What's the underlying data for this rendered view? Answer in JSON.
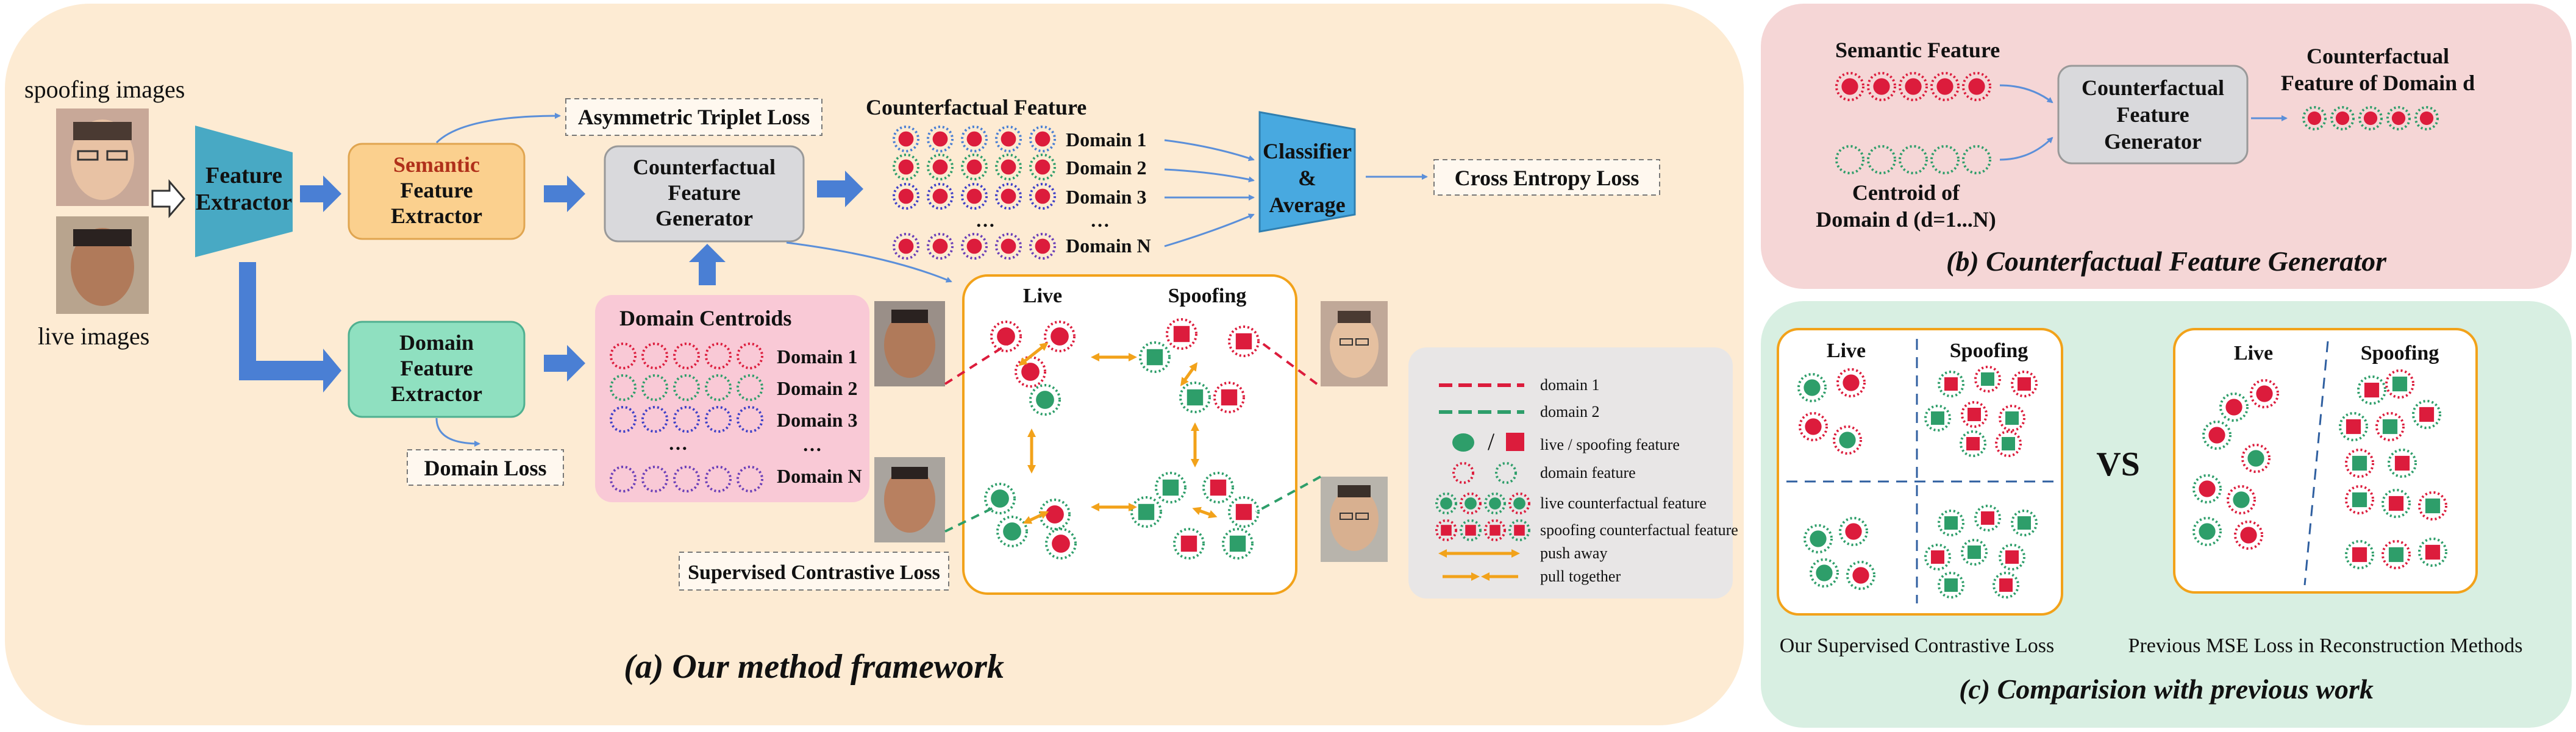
{
  "panel_a": {
    "caption": "(a) Our method framework",
    "spoofing_images_label": "spoofing images",
    "live_images_label": "live images",
    "feature_extractor": [
      "Feature",
      "Extractor"
    ],
    "semantic_extractor": [
      "Semantic",
      "Feature",
      "Extractor"
    ],
    "domain_extractor": [
      "Domain",
      "Feature",
      "Extractor"
    ],
    "cf_generator": [
      "Counterfactual",
      "Feature",
      "Generator"
    ],
    "classifier": [
      "Classifier",
      "&",
      "Average"
    ],
    "asym_loss": "Asymmetric Triplet Loss",
    "ce_loss": "Cross Entropy Loss",
    "domain_loss": "Domain Loss",
    "sup_con_loss": "Supervised Contrastive Loss",
    "cf_feature_title": "Counterfactual Feature",
    "domain_centroids_title": "Domain Centroids",
    "cf_domains": [
      "Domain 1",
      "Domain 2",
      "Domain 3",
      "…",
      "Domain N"
    ],
    "centroid_domains": [
      "Domain 1",
      "Domain 2",
      "Domain 3",
      "…",
      "Domain N"
    ],
    "live_label": "Live",
    "spoofing_label": "Spoofing"
  },
  "legend": {
    "domain1": "domain 1",
    "domain2": "domain 2",
    "live_spoof": "live / spoofing feature",
    "domain_feature": "domain feature",
    "live_cf": "live counterfactual feature",
    "spoof_cf": "spoofing counterfactual feature",
    "push": "push away",
    "pull": "pull together",
    "slash": "/"
  },
  "panel_b": {
    "caption": "(b) Counterfactual Feature Generator",
    "semantic_feature": "Semantic Feature",
    "centroid": [
      "Centroid of",
      "Domain d (d=1...N)"
    ],
    "generator": [
      "Counterfactual",
      "Feature",
      "Generator"
    ],
    "output": [
      "Counterfactual",
      "Feature of Domain d"
    ]
  },
  "panel_c": {
    "caption": "(c) Comparision with previous work",
    "live": "Live",
    "spoofing": "Spoofing",
    "vs": "VS",
    "left_caption": "Our Supervised Contrastive Loss",
    "right_caption": "Previous MSE Loss in Reconstruction Methods"
  },
  "colors": {
    "red": "#dc1c3c",
    "green": "#2e9e6a",
    "blue_arrow": "#4a7fd4",
    "orange": "#f2a21a",
    "panel_a_bg": "#fdebd3",
    "panel_b_bg": "#f5d6d6",
    "panel_c_bg": "#d8efe2"
  }
}
